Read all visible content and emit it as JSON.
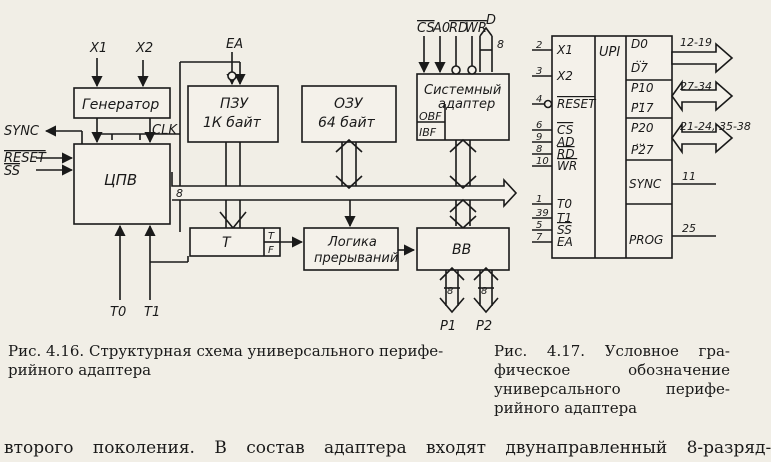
{
  "diagram": {
    "blocks": {
      "generator": "Генератор",
      "cpu": "ЦПВ",
      "rom_title": "ПЗУ",
      "rom_size": "1К байт",
      "ram_title": "ОЗУ",
      "ram_size": "64 байт",
      "sysadapter_line1": "Системный",
      "sysadapter_line2": "адаптер",
      "timer": "T",
      "timer_t": "T",
      "timer_f": "F",
      "interrupt_line1": "Логика",
      "interrupt_line2": "прерываний",
      "io": "ВВ"
    },
    "signals": {
      "x1": "X1",
      "x2": "X2",
      "ea": "EA",
      "sync": "SYNC",
      "clk": "CLK",
      "reset": "RESET",
      "ss": "SS",
      "cs": "CS",
      "a0": "A0",
      "rd": "RD",
      "wr": "WR",
      "d": "D",
      "obf": "OBF",
      "ibf": "IBF",
      "bus_width": "8",
      "t0": "T0",
      "t1": "T1",
      "p1": "P1",
      "p2": "P2"
    },
    "chip": {
      "name": "UPI",
      "left_pins": [
        {
          "num": "2",
          "label": "X1"
        },
        {
          "num": "3",
          "label": "X2"
        },
        {
          "num": "4",
          "label": "RESET"
        },
        {
          "num": "6",
          "label": "CS"
        },
        {
          "num": "9",
          "label": "AD"
        },
        {
          "num": "8",
          "label": "RD"
        },
        {
          "num": "10",
          "label": "WR"
        },
        {
          "num": "1",
          "label": "T0"
        },
        {
          "num": "39",
          "label": "T1"
        },
        {
          "num": "5",
          "label": "SS"
        },
        {
          "num": "7",
          "label": "EA"
        }
      ],
      "right_groups": [
        {
          "top": "D0",
          "bottom": "D7",
          "range": "12-19"
        },
        {
          "top": "P10",
          "bottom": "P17",
          "range": "27-34"
        },
        {
          "top": "P20",
          "bottom": "P27",
          "range": "21-24, 35-38"
        }
      ],
      "dots": "...",
      "sync": "SYNC",
      "sync_pin": "11",
      "prog": "PROG",
      "prog_pin": "25"
    }
  },
  "captions": {
    "left_line1": "Рис. 4.16. Структурная схема универсального перифе-",
    "left_line2": "рийного адаптера",
    "right_line1": "Рис. 4.17. Условное гра-",
    "right_line2": "фическое обозначение",
    "right_line3": "универсального перифе-",
    "right_line4": "рийного адаптера"
  },
  "body_text": "второго поколения. В состав адаптера входят двунаправленный 8-разряд-"
}
